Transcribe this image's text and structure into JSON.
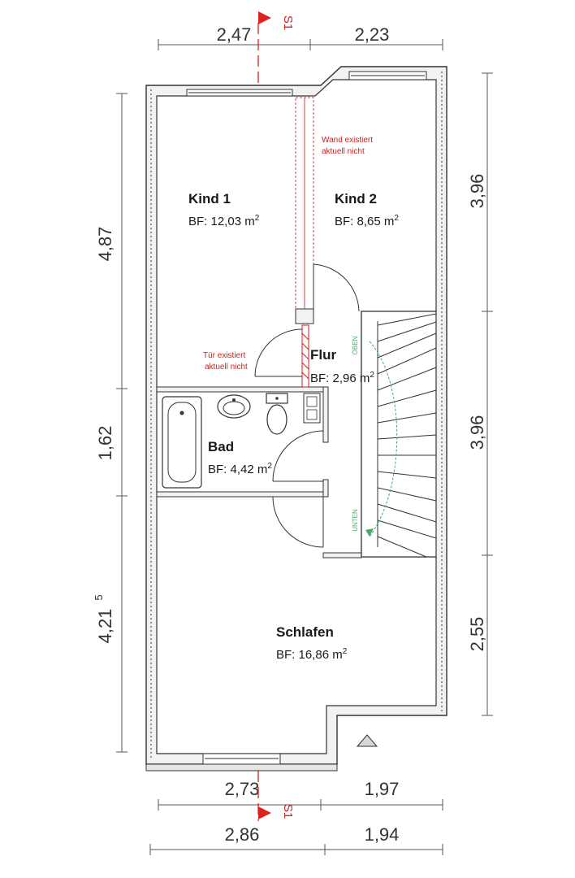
{
  "dimensions": {
    "top": [
      "2,47",
      "2,23"
    ],
    "bottom_inner": [
      "2,73",
      "1,97"
    ],
    "bottom_outer": [
      "2,86",
      "1,94"
    ],
    "left": [
      "4,87",
      "1,62",
      "4,21"
    ],
    "left_superscript": "5",
    "right": [
      "3,96",
      "3,96",
      "2,55"
    ]
  },
  "section_marker": "S1",
  "rooms": {
    "kind1": {
      "name": "Kind 1",
      "area_label": "BF: 12,03 m",
      "unit_exp": "2"
    },
    "kind2": {
      "name": "Kind 2",
      "area_label": "BF: 8,65 m",
      "unit_exp": "2"
    },
    "flur": {
      "name": "Flur",
      "area_label": "BF: 2,96 m",
      "unit_exp": "2"
    },
    "bad": {
      "name": "Bad",
      "area_label": "BF: 4,42 m",
      "unit_exp": "2"
    },
    "schlafen": {
      "name": "Schlafen",
      "area_label": "BF: 16,86 m",
      "unit_exp": "2"
    }
  },
  "notes": {
    "wall_line1": "Wand existiert",
    "wall_line2": "aktuell nicht",
    "door_line1": "Tür existiert",
    "door_line2": "aktuell nicht"
  },
  "stairs": {
    "up": "OBEN",
    "down": "UNTEN"
  },
  "colors": {
    "wall_outline": "#333333",
    "note_red": "#cc2222",
    "stair_green": "#4aa86a",
    "section_red": "#dd2222"
  }
}
